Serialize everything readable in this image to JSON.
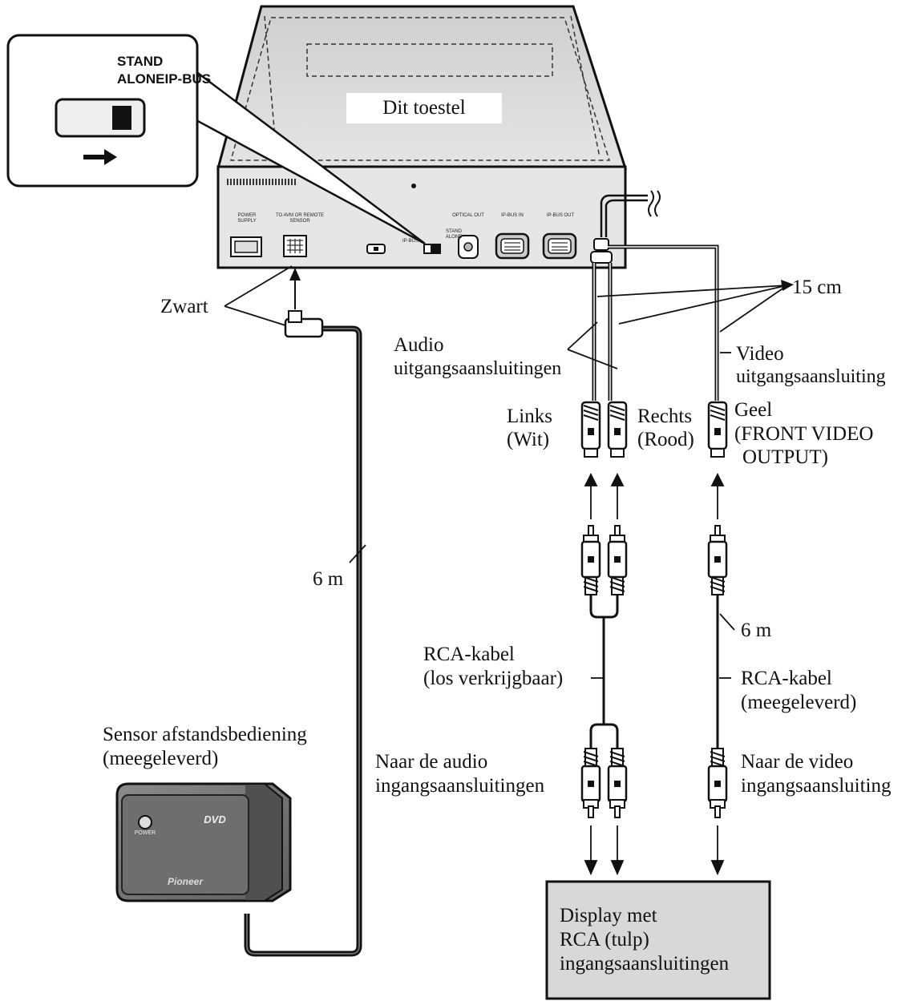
{
  "switch_callout": {
    "label_line1": "STAND",
    "label_line2": "ALONEIP-BUS"
  },
  "unit": {
    "label": "Dit toestel",
    "ports": {
      "power_supply": "POWER SUPPLY",
      "to_avm": "TO AVM OR REMOTE SENSOR",
      "stand_alone": "STAND ALONE",
      "ip_bus_small": "IP-BUS",
      "optical_out": "OPTICAL OUT",
      "ip_bus_in": "IP-BUS IN",
      "ip_bus_out": "IP-BUS OUT"
    }
  },
  "labels": {
    "zwart": "Zwart",
    "length_15cm": "15 cm",
    "audio_line1": "Audio",
    "audio_line2": "uitgangsaansluitingen",
    "video_line1": "Video",
    "video_line2": "uitgangsaansluiting",
    "links_line1": "Links",
    "links_line2": "(Wit)",
    "rechts_line1": "Rechts",
    "rechts_line2": "(Rood)",
    "geel_line1": "Geel",
    "geel_line2": "(FRONT VIDEO",
    "geel_line3": "OUTPUT)",
    "length_6m_left": "6 m",
    "length_6m_right": "6 m",
    "rca_left_line1": "RCA-kabel",
    "rca_left_line2": "(los verkrijgbaar)",
    "rca_right_line1": "RCA-kabel",
    "rca_right_line2": "(meegeleverd)",
    "sensor_line1": "Sensor afstandsbediening",
    "sensor_line2": "(meegeleverd)",
    "audio_in_line1": "Naar de audio",
    "audio_in_line2": "ingangsaansluitingen",
    "video_in_line1": "Naar de video",
    "video_in_line2": "ingangsaansluiting"
  },
  "sensor_device": {
    "power": "POWER",
    "dvd": "DVD",
    "brand": "Pioneer"
  },
  "display": {
    "line1": "Display met",
    "line2": "RCA (tulp)",
    "line3": "ingangsaansluitingen"
  }
}
